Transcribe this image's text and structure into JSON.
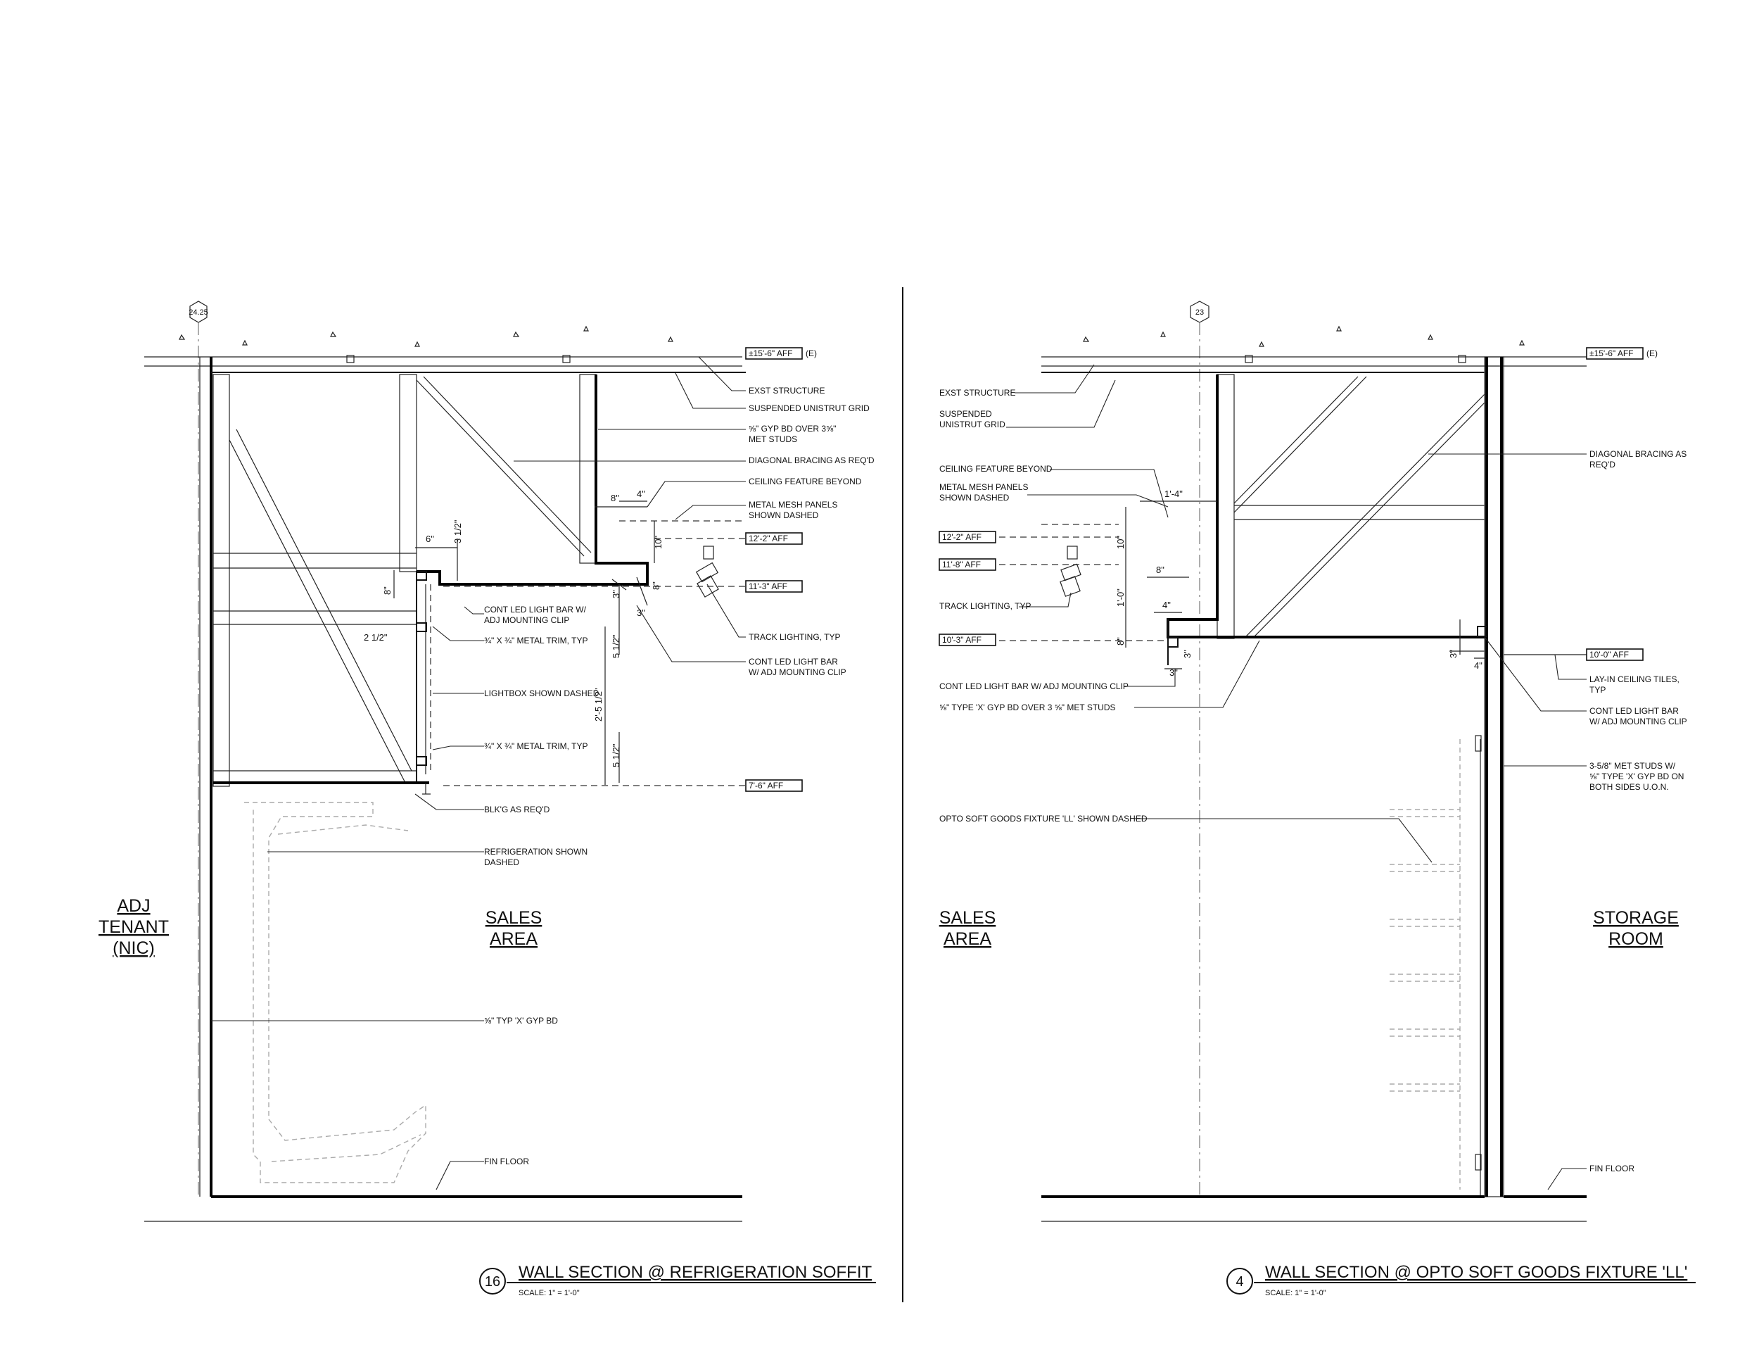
{
  "detail_16": {
    "grid_bubble": "24.25",
    "elevation_tags": [
      "±15'-6\" AFF",
      "12'-2\" AFF",
      "11'-3\" AFF",
      "7'-6\" AFF"
    ],
    "elevation_suffix": "(E)",
    "notes": {
      "exst_structure": "EXST STRUCTURE",
      "unistrut": "SUSPENDED UNISTRUT GRID",
      "gyp_over_studs_1": "⅝\" GYP BD OVER 3⅝\"",
      "gyp_over_studs_2": "MET STUDS",
      "diagonal_bracing": "DIAGONAL BRACING AS REQ'D",
      "ceiling_feature": "CEILING FEATURE BEYOND",
      "mesh_1": "METAL MESH PANELS",
      "mesh_2": "SHOWN DASHED",
      "led_bar_1": "CONT LED LIGHT BAR W/",
      "led_bar_2": "ADJ MOUNTING CLIP",
      "trim_1": "¾\" X ¾\" METAL TRIM, TYP",
      "track_lighting": "TRACK LIGHTING, TYP",
      "led_bar_b1": "CONT LED LIGHT BAR",
      "led_bar_b2": "W/ ADJ MOUNTING CLIP",
      "lightbox": "LIGHTBOX SHOWN DASHED",
      "trim_2": "¾\" X ¾\" METAL TRIM, TYP",
      "blkg": "BLK'G AS REQ'D",
      "refrig_1": "REFRIGERATION SHOWN",
      "refrig_2": "DASHED",
      "gyp_x": "⅝\" TYP 'X' GYP BD",
      "fin_floor": "FIN FLOOR"
    },
    "dims": {
      "d_6": "6\"",
      "d_3half": "3 1/2\"",
      "d_8": "8\"",
      "d_8b": "8\"",
      "d_4": "4\"",
      "d_10": "10\"",
      "d_3a": "3\"",
      "d_8c": "8\"",
      "d_3b": "3\"",
      "d_2half": "2 1/2\"",
      "d_5half": "5 1/2\"",
      "d_2_5half": "2'-5 1/2\"",
      "d_5half_b": "5 1/2\""
    },
    "rooms": {
      "adj_1": "ADJ",
      "adj_2": "TENANT",
      "adj_3": "(NIC)",
      "sales_1": "SALES",
      "sales_2": "AREA"
    },
    "title": {
      "number": "16",
      "text": "WALL SECTION @ REFRIGERATION SOFFIT",
      "scale": "SCALE:   1\" = 1'-0\""
    }
  },
  "detail_4": {
    "grid_bubble": "23",
    "elevation_tags": [
      "±15'-6\" AFF",
      "12'-2\" AFF",
      "11'-8\" AFF",
      "10'-3\" AFF",
      "10'-0\" AFF"
    ],
    "elevation_suffix": "(E)",
    "notes": {
      "exst_structure": "EXST STRUCTURE",
      "unistrut_1": "SUSPENDED",
      "unistrut_2": "UNISTRUT GRID",
      "ceiling_feature": "CEILING FEATURE BEYOND",
      "mesh_1": "METAL MESH PANELS",
      "mesh_2": "SHOWN DASHED",
      "track_lighting": "TRACK LIGHTING, TYP",
      "led_bar": "CONT LED LIGHT BAR W/ ADJ MOUNTING CLIP",
      "gyp_x": "⅝\" TYPE 'X' GYP BD OVER 3 ⅝\" MET STUDS",
      "opto": "OPTO SOFT GOODS FIXTURE 'LL' SHOWN DASHED",
      "diag_1": "DIAGONAL BRACING AS",
      "diag_2": "REQ'D",
      "layin_1": "LAY-IN CEILING TILES,",
      "layin_2": "TYP",
      "led_b1": "CONT LED LIGHT BAR",
      "led_b2": "W/ ADJ MOUNTING CLIP",
      "studs_1": "3-5/8\" MET STUDS W/",
      "studs_2": "⅝\" TYPE 'X' GYP BD ON",
      "studs_3": "BOTH SIDES U.O.N.",
      "fin_floor": "FIN FLOOR"
    },
    "dims": {
      "d_1_4": "1'-4\"",
      "d_10": "10\"",
      "d_8": "8\"",
      "d_1_0": "1'-0\"",
      "d_4": "4\"",
      "d_8b": "8\"",
      "d_3a": "3\"",
      "d_3b": "3\"",
      "d_3c": "3\"",
      "d_4b": "4\""
    },
    "rooms": {
      "sales_1": "SALES",
      "sales_2": "AREA",
      "storage_1": "STORAGE",
      "storage_2": "ROOM"
    },
    "title": {
      "number": "4",
      "text": "WALL SECTION @ OPTO SOFT GOODS FIXTURE 'LL'",
      "scale": "SCALE:   1\" = 1'-0\""
    }
  }
}
